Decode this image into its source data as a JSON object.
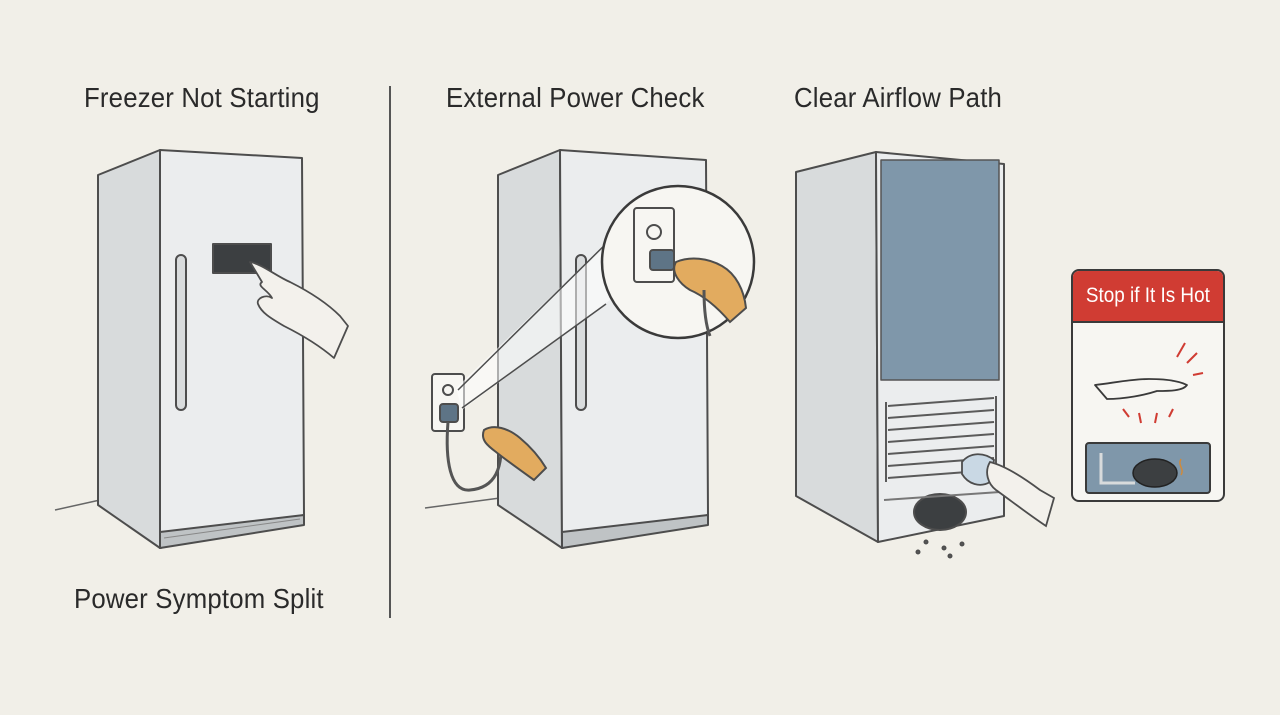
{
  "panels": [
    {
      "id": "freezer",
      "title": "Freezer Not Starting"
    },
    {
      "id": "power",
      "title": "External Power Check"
    },
    {
      "id": "airflow",
      "title": "Clear Airflow Path"
    }
  ],
  "footer_label": "Power Symptom Split",
  "warning": {
    "label": "Stop if It Is Hot",
    "accent": "#d03c33"
  },
  "colors": {
    "background": "#f1efe8",
    "appliance": "#eceeee",
    "panel_blue": "#7f97aa",
    "skin": "#e2ab5f",
    "outline": "#555555"
  },
  "icons": [
    "freezer-icon",
    "finger-icon",
    "wall-outlet-icon",
    "plug-icon",
    "magnifier-icon",
    "condenser-coil-icon",
    "compressor-icon",
    "hand-icon",
    "heat-lines-icon",
    "cloth-icon"
  ]
}
